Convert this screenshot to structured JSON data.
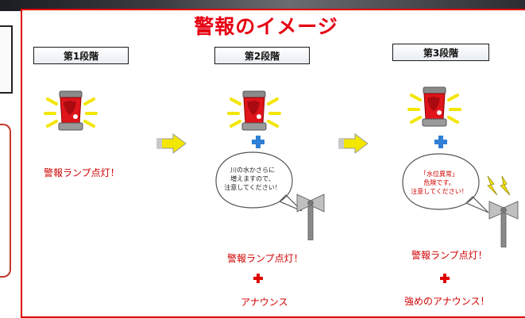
{
  "title": "警報のイメージ",
  "stages": [
    {
      "label": "第1段階",
      "result": "警報ランプ点灯！"
    },
    {
      "label": "第2段階",
      "bubble": [
        "川の水かさらに",
        "増えますので、",
        "注意してください！"
      ],
      "result": "警報ランプ点灯！",
      "extra": "アナウンス"
    },
    {
      "label": "第3段階",
      "bubble": [
        "「水位異常」",
        "危険です。",
        "注意してください！"
      ],
      "result": "警報ランプ点灯！",
      "extra": "強めのアナウンス！"
    }
  ],
  "colors": {
    "title": "#e60012",
    "frame": "#e00000",
    "text_red": "#d10000",
    "plus_blue": "#2f7fd6",
    "plus_red": "#e00000",
    "arrow_yellow": "#f3e600",
    "lamp_red": "#e0141b"
  },
  "icons": [
    "warning-lamp-icon",
    "arrow-right-icon",
    "plus-icon",
    "speaker-icon",
    "lightning-icon"
  ]
}
